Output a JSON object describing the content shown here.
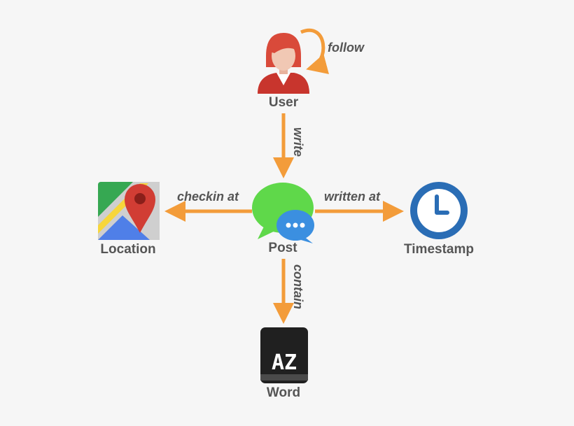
{
  "nodes": {
    "user": {
      "label": "User",
      "icon": "user-icon"
    },
    "post": {
      "label": "Post",
      "icon": "chat-bubble-icon"
    },
    "location": {
      "label": "Location",
      "icon": "map-pin-icon"
    },
    "timestamp": {
      "label": "Timestamp",
      "icon": "clock-icon"
    },
    "word": {
      "label": "Word",
      "icon": "dictionary-book-icon"
    }
  },
  "edges": {
    "follow": "follow",
    "write": "write",
    "checkin_at": "checkin at",
    "written_at": "written at",
    "contain": "contain"
  },
  "icon_text": {
    "word_book": "AZ"
  },
  "colors": {
    "arrow": "#f39c3a",
    "label": "#555555",
    "background": "#f6f6f6",
    "post_bubble": "#5fd84a",
    "post_small_bubble": "#3b8fe0",
    "clock": "#2a6db5",
    "user_hair": "#d94a3a",
    "map_pin": "#d13d34"
  }
}
